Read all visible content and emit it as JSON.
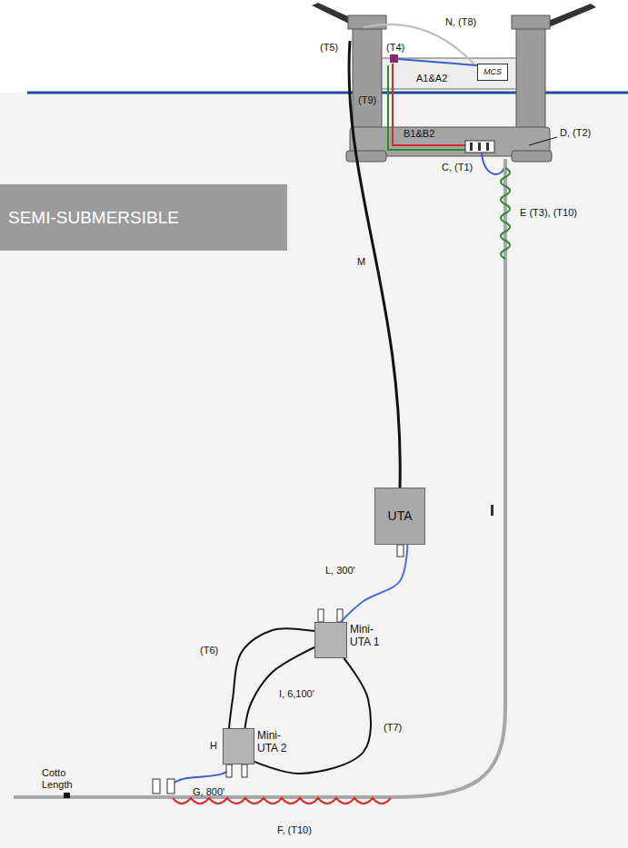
{
  "diagram": {
    "nodes": [
      {
        "text": [
          "SEMI-SUBMERSIBLE"
        ]
      },
      {
        "text": [
          "MCS"
        ]
      },
      {
        "text": [
          "UTA"
        ]
      },
      {
        "text": [
          "Mini-UTA 1"
        ]
      },
      {
        "text": [
          "Mini-UTA 2"
        ]
      }
    ],
    "edges": [
      {
        "from": 2,
        "to": 3,
        "arrow": "none",
        "label": "L, 300'"
      },
      {
        "from": 3,
        "to": 4,
        "arrow": "none",
        "label": "I, 6,100'"
      },
      {
        "from": 3,
        "to": 4,
        "arrow": "none",
        "label": "(T6)"
      },
      {
        "from": 3,
        "to": 4,
        "arrow": "none",
        "label": "(T7)"
      }
    ],
    "labels": [
      "N, (T8)",
      "(T5)",
      "(T4)",
      "A1&A2",
      "(T9)",
      "B1&B2",
      "D, (T2)",
      "C, (T1)",
      "E (T3), (T10)",
      "M",
      "G, 800'",
      "H",
      "F, (T10)",
      "Cotto Length"
    ]
  }
}
